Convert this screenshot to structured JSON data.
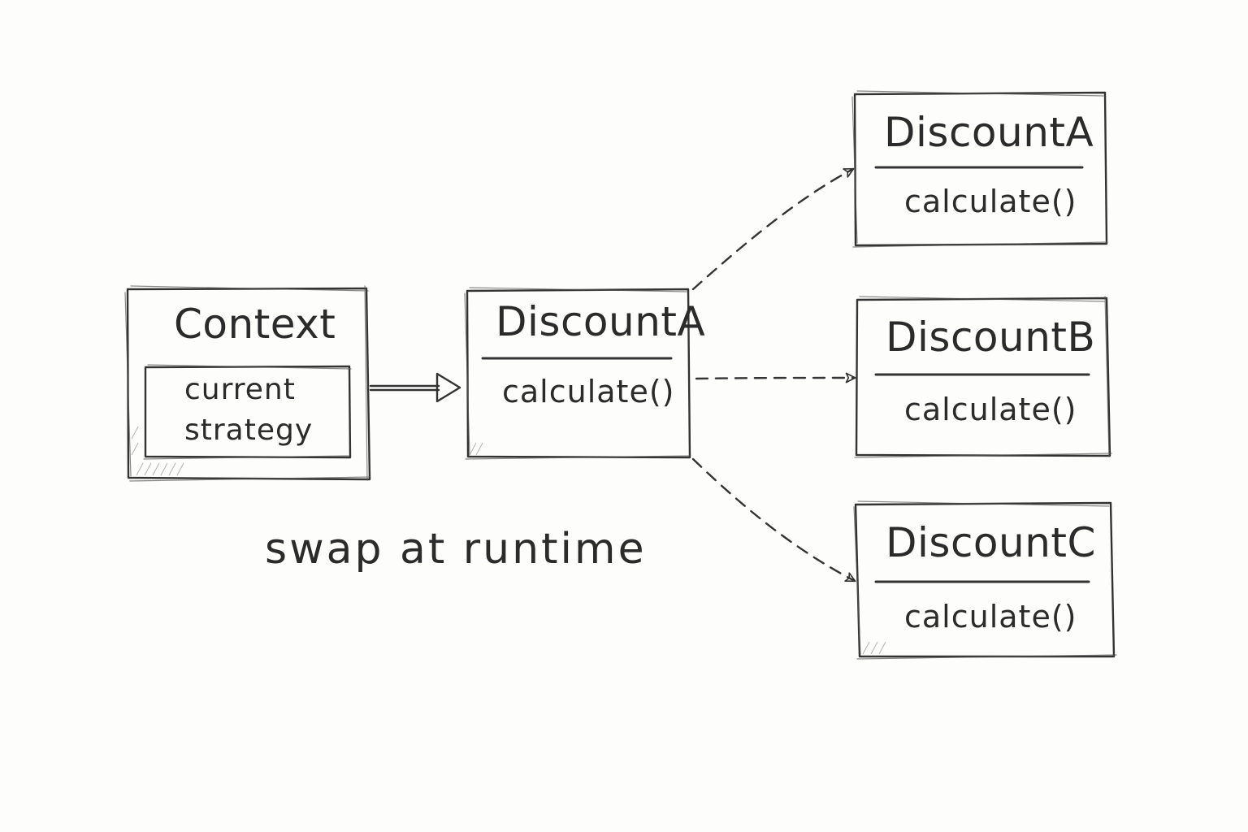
{
  "context": {
    "title": "Context",
    "field_line1": "current",
    "field_line2": "strategy"
  },
  "active_strategy": {
    "title": "DiscountA",
    "method": "calculate()"
  },
  "strategies": [
    {
      "title": "DiscountA",
      "method": "calculate()"
    },
    {
      "title": "DiscountB",
      "method": "calculate()"
    },
    {
      "title": "DiscountC",
      "method": "calculate()"
    }
  ],
  "caption": "swap at runtime",
  "colors": {
    "ink": "#2b2b2b",
    "background": "#fdfdfc"
  }
}
